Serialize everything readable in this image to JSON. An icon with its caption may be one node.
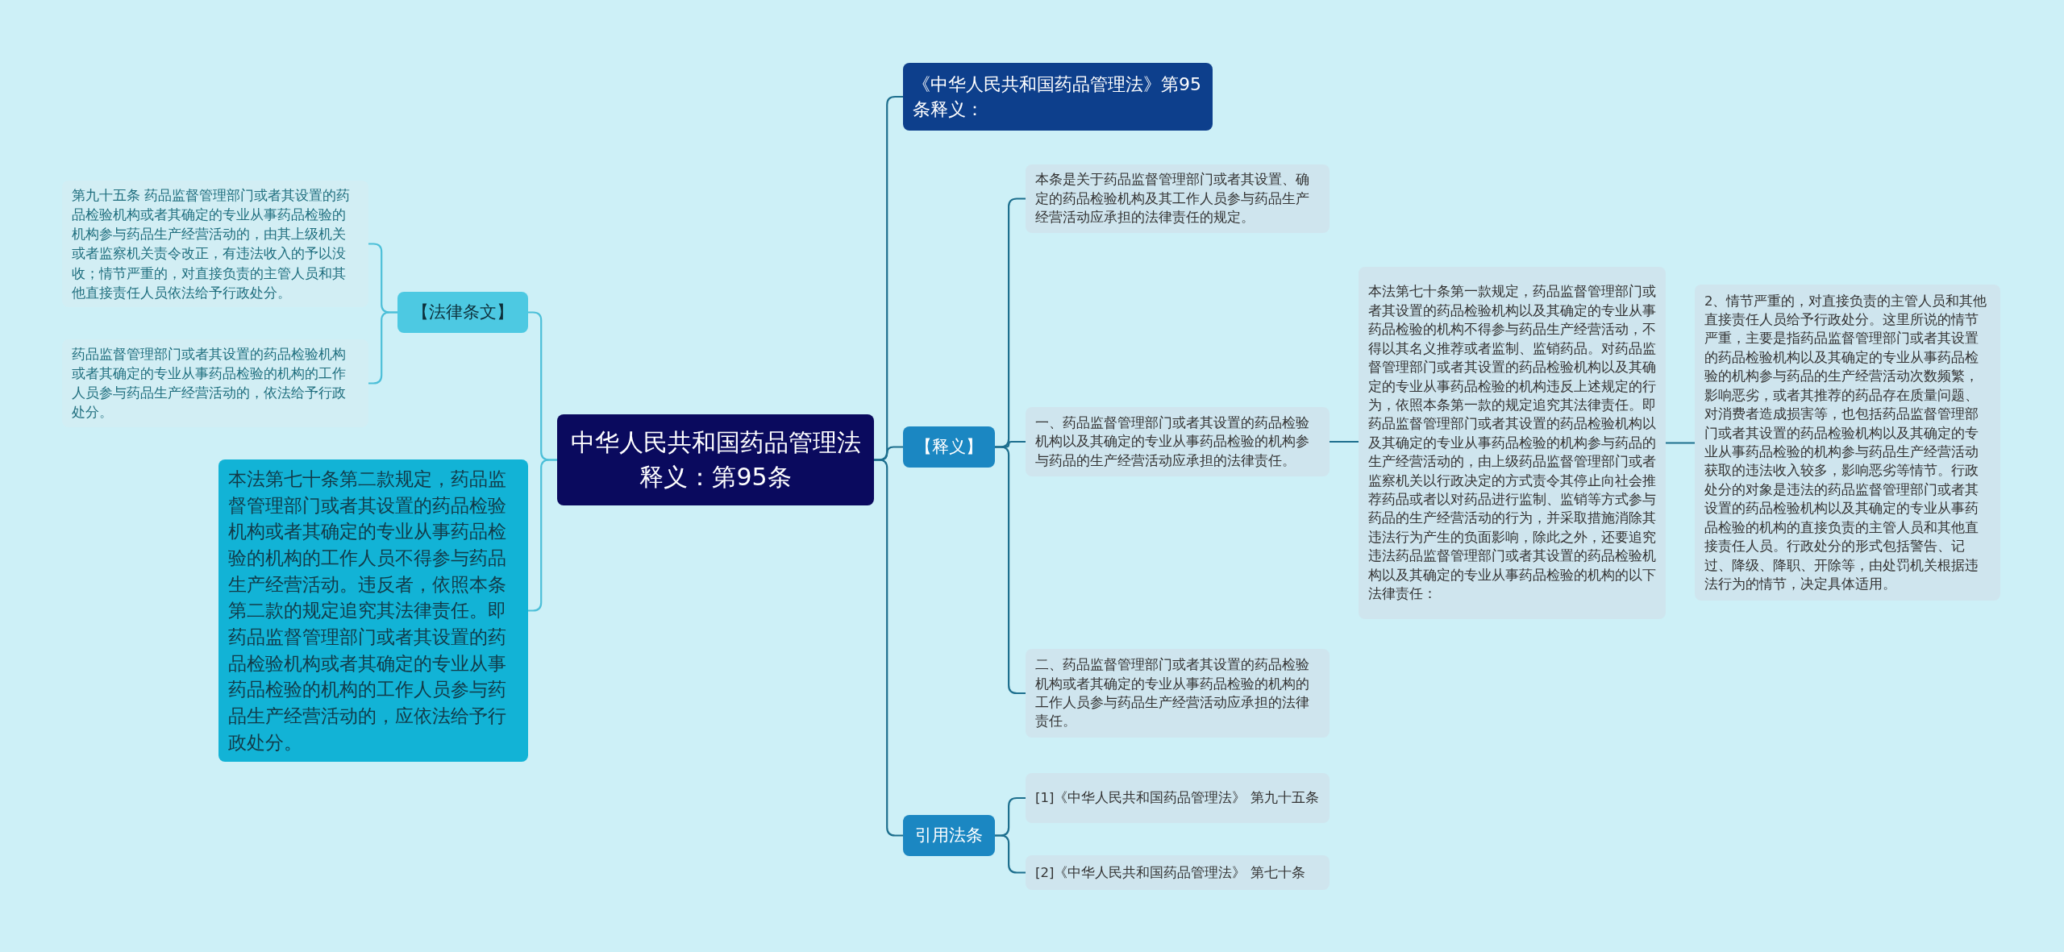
{
  "diagram": {
    "nodes": [
      {
        "text": [
          "中华人民共和国药品管理法释义：第95条"
        ]
      },
      {
        "text": [
          "【法律条文】"
        ]
      },
      {
        "text": [
          "第九十五条 药品监督管理部门或者其设置的药品检验机构或者其确定的专业从事药品检验的机构参与药品生产经营活动的，由其上级机关或者监察机关责令改正，有违法收入的予以没收；情节严重的，对直接负责的主管人员和其他直接责任人员依法给予行政处分。"
        ]
      },
      {
        "text": [
          "药品监督管理部门或者其设置的药品检验机构或者其确定的专业从事药品检验的机构的工作人员参与药品生产经营活动的，依法给予行政处分。"
        ]
      },
      {
        "text": [
          "本法第七十条第二款规定，药品监督管理部门或者其设置的药品检验机构或者其确定的专业从事药品检验的机构的工作人员不得参与药品生产经营活动。违反者，依照本条第二款的规定追究其法律责任。即药品监督管理部门或者其设置的药品检验机构或者其确定的专业从事药品检验的机构的工作人员参与药品生产经营活动的，应依法给予行政处分。"
        ]
      },
      {
        "text": [
          "《中华人民共和国药品管理法》第95条释义："
        ]
      },
      {
        "text": [
          "【释义】"
        ]
      },
      {
        "text": [
          "本条是关于药品监督管理部门或者其设置、确定的药品检验机构及其工作人员参与药品生产经营活动应承担的法律责任的规定。"
        ]
      },
      {
        "text": [
          "一、药品监督管理部门或者其设置的药品检验机构以及其确定的专业从事药品检验的机构参与药品的生产经营活动应承担的法律责任。"
        ]
      },
      {
        "text": [
          "本法第七十条第一款规定，药品监督管理部门或者其设置的药品检验机构以及其确定的专业从事药品检验的机构不得参与药品生产经营活动，不得以其名义推荐或者监制、监销药品。对药品监督管理部门或者其设置的药品检验机构以及其确定的专业从事药品检验的机构违反上述规定的行为，依照本条第一款的规定追究其法律责任。即药品监督管理部门或者其设置的药品检验机构以及其确定的专业从事药品检验的机构参与药品的生产经营活动的，由上级药品监督管理部门或者监察机关以行政决定的方式责令其停止向社会推荐药品或者以对药品进行监制、监销等方式参与药品的生产经营活动的行为，并采取措施消除其违法行为产生的负面影响，除此之外，还要追究违法药品监督管理部门或者其设置的药品检验机构以及其确定的专业从事药品检验的机构的以下法律责任："
        ]
      },
      {
        "text": [
          "2、情节严重的，对直接负责的主管人员和其他直接责任人员给予行政处分。这里所说的情节严重，主要是指药品监督管理部门或者其设置的药品检验机构以及其确定的专业从事药品检验的机构参与药品的生产经营活动次数频繁，影响恶劣，或者其推荐的药品存在质量问题、对消费者造成损害等，也包括药品监督管理部门或者其设置的药品检验机构以及其确定的专业从事药品检验的机构参与药品生产经营活动获取的违法收入较多，影响恶劣等情节。行政处分的对象是违法的药品监督管理部门或者其设置的药品检验机构以及其确定的专业从事药品检验的机构的直接负责的主管人员和其他直接责任人员。行政处分的形式包括警告、记过、降级、降职、开除等，由处罚机关根据违法行为的情节，决定具体适用。"
        ]
      },
      {
        "text": [
          "二、药品监督管理部门或者其设置的药品检验机构或者其确定的专业从事药品检验的机构的工作人员参与药品生产经营活动应承担的法律责任。"
        ]
      },
      {
        "text": [
          "引用法条"
        ]
      },
      {
        "text": [
          "[1]《中华人民共和国药品管理法》 第九十五条"
        ]
      },
      {
        "text": [
          "[2]《中华人民共和国药品管理法》 第七十条"
        ]
      }
    ],
    "edges": [
      {
        "from": 0,
        "to": 1,
        "arrow": "none"
      },
      {
        "from": 1,
        "to": 2,
        "arrow": "none"
      },
      {
        "from": 1,
        "to": 3,
        "arrow": "none"
      },
      {
        "from": 0,
        "to": 4,
        "arrow": "none"
      },
      {
        "from": 0,
        "to": 5,
        "arrow": "none"
      },
      {
        "from": 0,
        "to": 6,
        "arrow": "none"
      },
      {
        "from": 0,
        "to": 12,
        "arrow": "none"
      },
      {
        "from": 6,
        "to": 7,
        "arrow": "none"
      },
      {
        "from": 6,
        "to": 8,
        "arrow": "none"
      },
      {
        "from": 6,
        "to": 11,
        "arrow": "none"
      },
      {
        "from": 8,
        "to": 9,
        "arrow": "none"
      },
      {
        "from": 9,
        "to": 10,
        "arrow": "none"
      },
      {
        "from": 12,
        "to": 13,
        "arrow": "none"
      },
      {
        "from": 12,
        "to": 14,
        "arrow": "none"
      }
    ]
  }
}
